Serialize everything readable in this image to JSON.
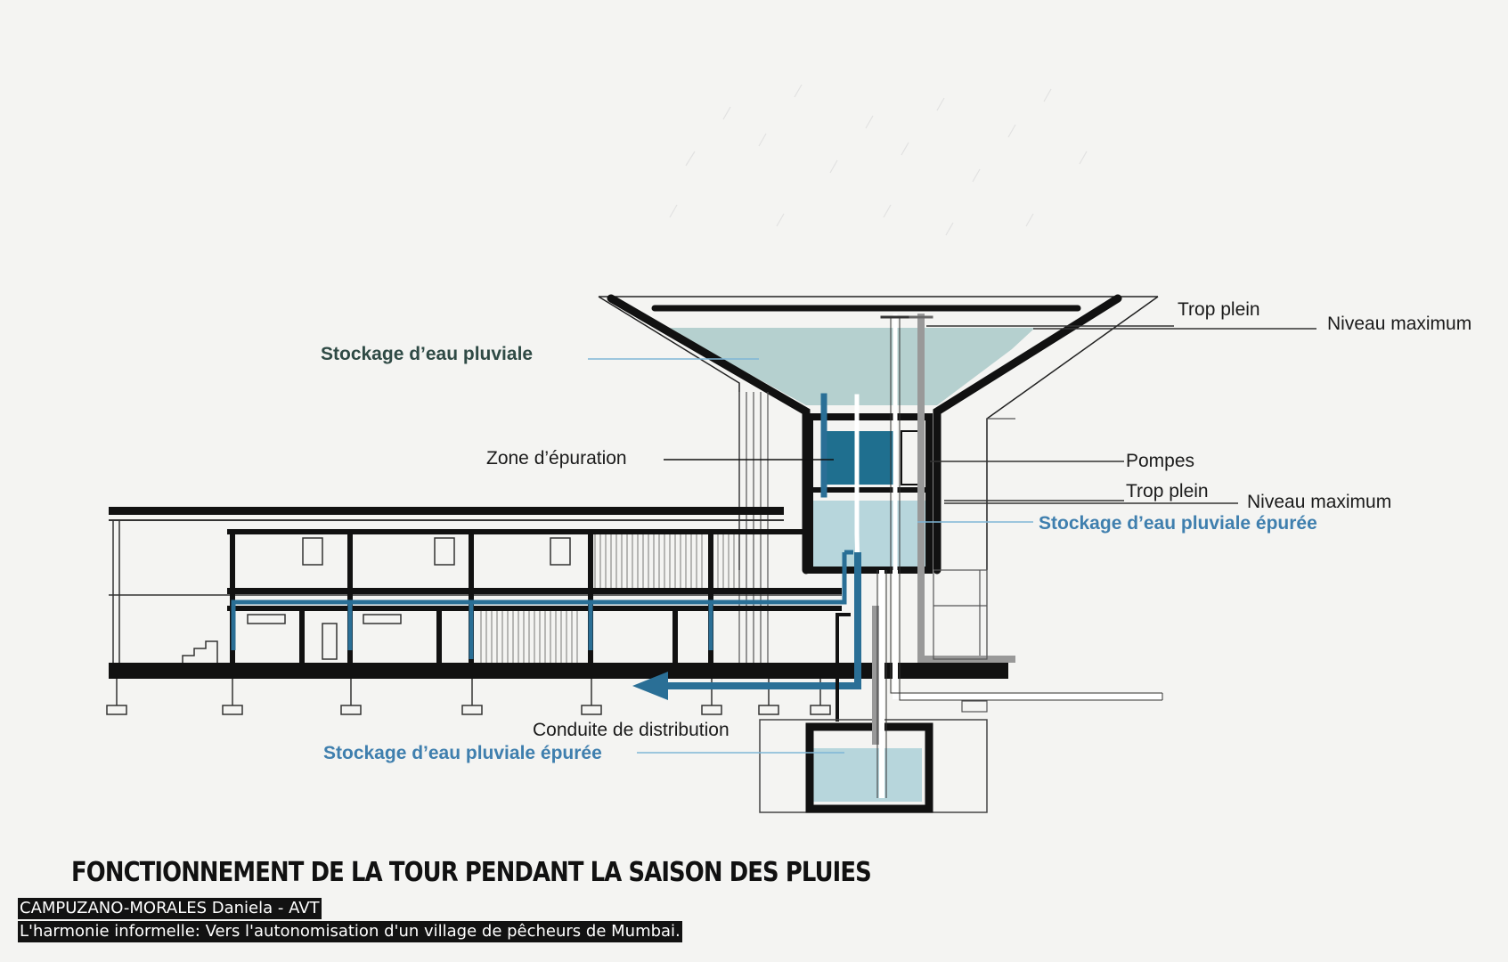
{
  "labels": {
    "rain_storage": "Stockage d’eau pluviale",
    "purification_zone": "Zone d’épuration",
    "overflow_top": "Trop plein",
    "max_level_top": "Niveau maximum",
    "pumps": "Pompes",
    "overflow_mid": "Trop plein",
    "max_level_mid": "Niveau maximum",
    "purified_storage_mid": "Stockage d’eau pluviale épurée",
    "distribution_pipe": "Conduite de distribution",
    "purified_storage_bottom": "Stockage d’eau pluviale épurée"
  },
  "title": "FONCTIONNEMENT DE LA TOUR PENDANT LA SAISON DES PLUIES",
  "caption": {
    "author": "CAMPUZANO-MORALES Daniela - AVT",
    "project": "L'harmonie informelle: Vers l'autonomisation d'un village de pêcheurs de Mumbai."
  },
  "colors": {
    "water_light": "#b7d6dc",
    "water_rain": "#a9c9c9",
    "water_dark": "#1f6f8f",
    "pipe_blue": "#2a6f96",
    "structure": "#111111"
  }
}
